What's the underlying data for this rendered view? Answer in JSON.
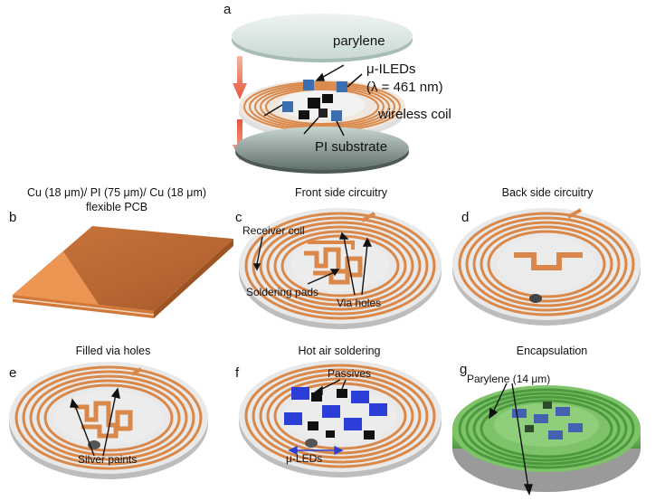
{
  "panel_a": {
    "letter": "a",
    "labels": {
      "parylene": "parylene",
      "mu_leds_line1": "μ-ILEDs",
      "mu_leds_line2": "(λ = 461 nm)",
      "wireless_coil": "wireless coil",
      "pi_substrate": "PI substrate"
    }
  },
  "panel_b": {
    "letter": "b",
    "title_line1": "Cu (18 μm)/ PI (75 μm)/ Cu (18 μm)",
    "title_line2": "flexible PCB"
  },
  "panel_c": {
    "letter": "c",
    "title": "Front side circuitry",
    "labels": {
      "receiver_coil": "Receiver coil",
      "soldering_pads": "Soldering pads",
      "via_holes": "Via holes"
    }
  },
  "panel_d": {
    "letter": "d",
    "title": "Back side circuitry"
  },
  "panel_e": {
    "letter": "e",
    "title": "Filled via holes",
    "labels": {
      "silver_paints": "Silver paints"
    }
  },
  "panel_f": {
    "letter": "f",
    "title": "Hot air soldering",
    "labels": {
      "passives": "Passives",
      "mu_leds": "μ-LEDs"
    }
  },
  "panel_g": {
    "letter": "g",
    "title": "Encapsulation",
    "labels": {
      "parylene": "Parylene (14 μm)"
    }
  },
  "colors": {
    "copper": "#d9884a",
    "copper_dark": "#b0602a",
    "substrate": "#e4e4e4",
    "parylene_green": "#6fbf5a",
    "led_blue": "#2b3fd8",
    "arrow_red": "#e8553a"
  }
}
